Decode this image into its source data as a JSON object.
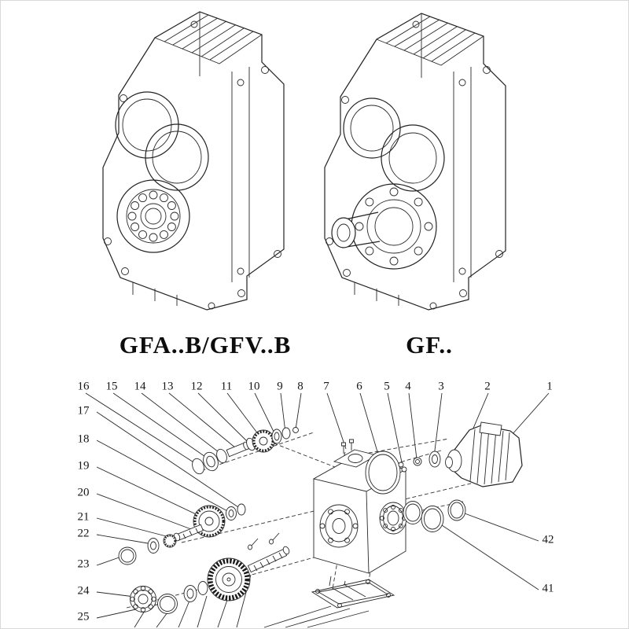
{
  "page": {
    "background": "#ffffff",
    "line_color": "#222222"
  },
  "models": {
    "left": "GFA..B/GFV..B",
    "right": "GF.."
  },
  "exploded": {
    "top_row_numbers": [
      "16",
      "15",
      "14",
      "13",
      "12",
      "11",
      "10",
      "9",
      "8",
      "7",
      "6",
      "5",
      "4",
      "3",
      "2",
      "1"
    ],
    "left_column_numbers": [
      "17",
      "18",
      "19",
      "20",
      "21",
      "22",
      "23",
      "24",
      "25"
    ],
    "right_column_numbers": [
      "42",
      "41"
    ]
  }
}
